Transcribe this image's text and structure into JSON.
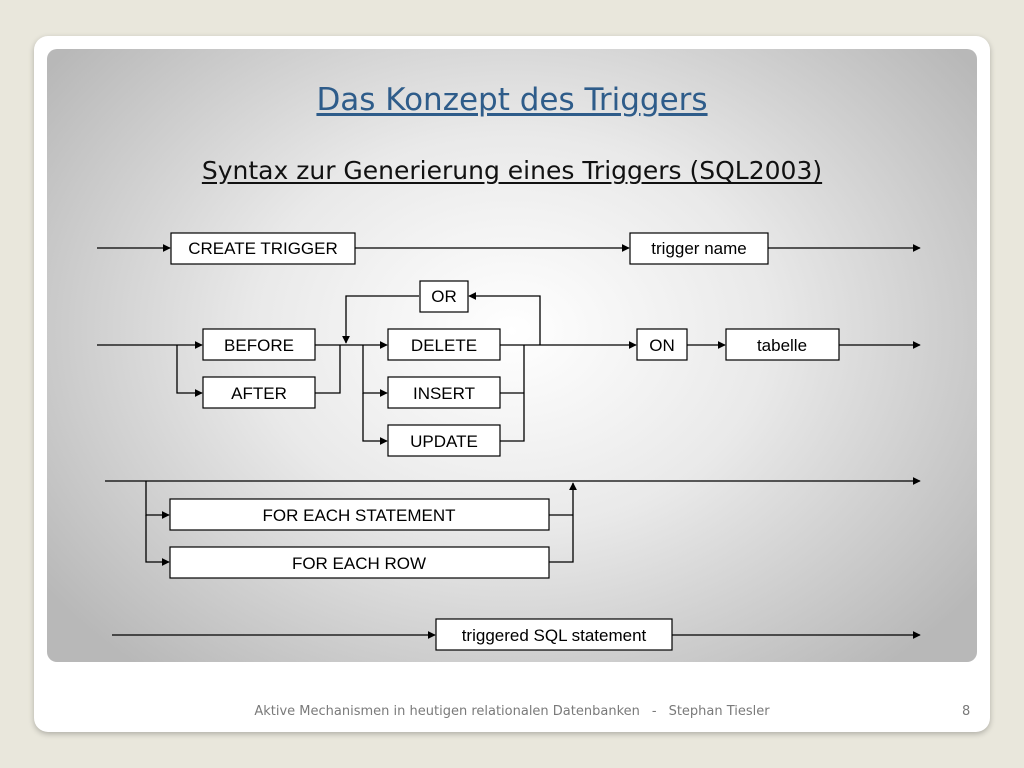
{
  "slide": {
    "title": "Das Konzept des Triggers",
    "subtitle": "Syntax zur Generierung eines Triggers (SQL2003)",
    "footer_left": "Aktive Mechanismen in heutigen relationalen Datenbanken",
    "footer_sep": "-",
    "footer_right": "Stephan Tiesler",
    "page_number": "8"
  },
  "diagram": {
    "create_trigger": "CREATE TRIGGER",
    "trigger_name": "trigger name",
    "or": "OR",
    "before": "BEFORE",
    "after": "AFTER",
    "delete": "DELETE",
    "insert": "INSERT",
    "update": "UPDATE",
    "on": "ON",
    "tabelle": "tabelle",
    "for_each_statement": "FOR EACH STATEMENT",
    "for_each_row": "FOR EACH ROW",
    "triggered_sql": "triggered SQL statement"
  }
}
